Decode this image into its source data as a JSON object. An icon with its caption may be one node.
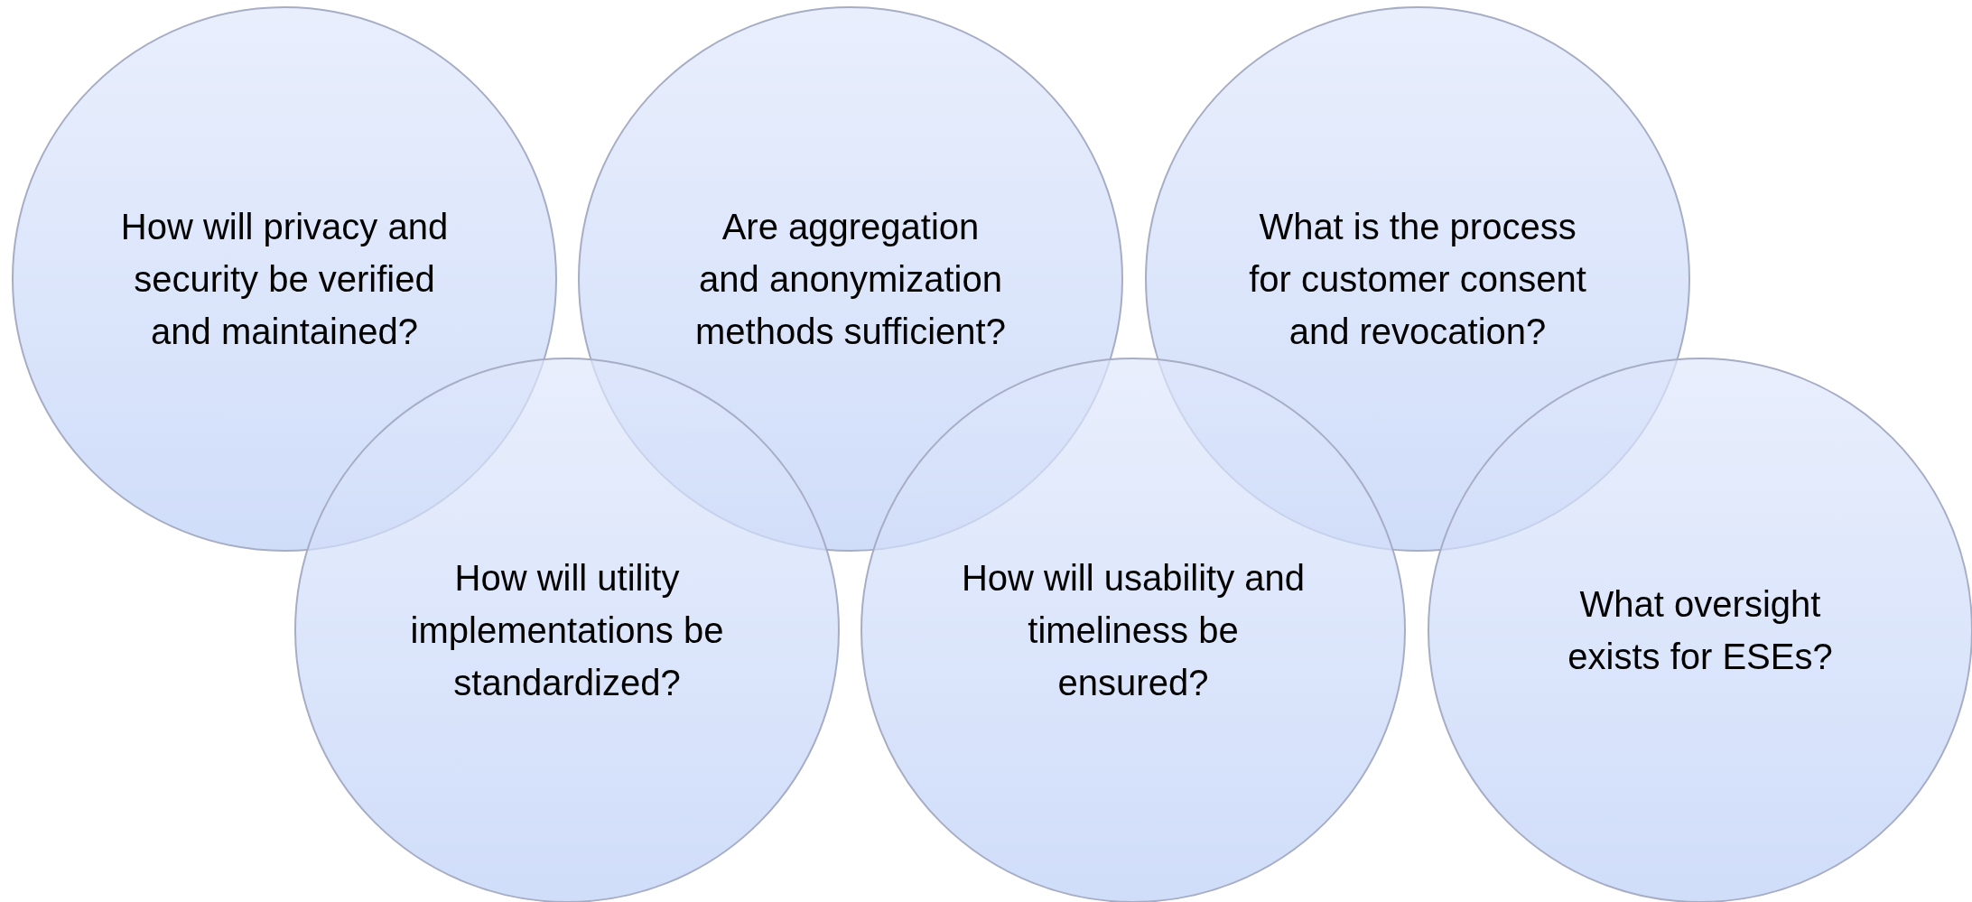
{
  "diagram": {
    "nodes": [
      {
        "text": [
          "How will privacy and security be verified and maintained?"
        ]
      },
      {
        "text": [
          "Are aggregation and anonymization methods sufficient?"
        ]
      },
      {
        "text": [
          "What is the process for customer consent and revocation?"
        ]
      },
      {
        "text": [
          "How will utility implementations be standardized?"
        ]
      },
      {
        "text": [
          "How will usability and timeliness be ensured?"
        ]
      },
      {
        "text": [
          "What oversight exists for ESEs?"
        ]
      }
    ]
  }
}
